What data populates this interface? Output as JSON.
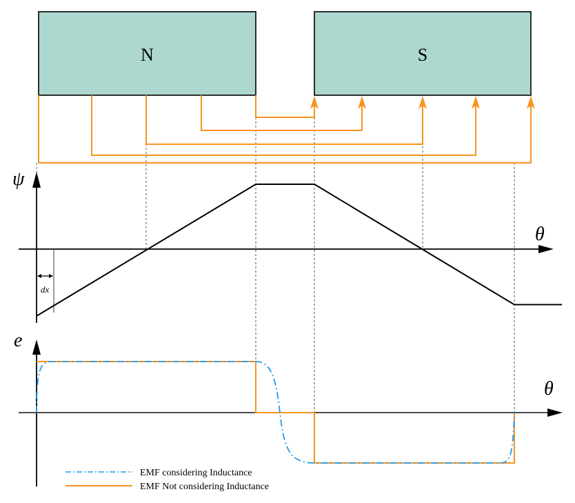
{
  "diagram": {
    "magnets": [
      {
        "label": "N",
        "pole": "north"
      },
      {
        "label": "S",
        "pole": "south"
      }
    ],
    "colors": {
      "magnet_fill": "#acd8cf",
      "coil": "#f7931e",
      "emf_inductance": "#1d9bf0",
      "axis": "#000000",
      "guide": "#555555"
    },
    "flux_plot": {
      "y_label": "ψ",
      "x_label": "θ",
      "dx_label": "dx"
    },
    "emf_plot": {
      "y_label": "e",
      "x_label": "θ"
    },
    "legend": [
      {
        "label": "EMF considering Inductance",
        "style": "dash-dot",
        "color": "#1d9bf0"
      },
      {
        "label": "EMF Not considering Inductance",
        "style": "solid",
        "color": "#f7931e"
      }
    ]
  },
  "chart_data": [
    {
      "type": "line",
      "title": "Flux linkage vs rotor position",
      "xlabel": "θ",
      "ylabel": "ψ",
      "description": "Trapezoidal flux: ramps up linearly, flat plateau, ramps down linearly, flat",
      "x": [
        0,
        4,
        5,
        8.67,
        9.5
      ],
      "values": [
        -1,
        1,
        1,
        -0.83,
        -0.83
      ],
      "zero_crossings": [
        2,
        7
      ]
    },
    {
      "type": "line",
      "xlabel": "θ",
      "ylabel": "e",
      "legend_position": "bottom-left",
      "series": [
        {
          "name": "EMF Not considering Inductance",
          "style": "solid",
          "x": [
            0,
            4,
            4,
            5,
            5,
            8.67,
            8.67
          ],
          "values": [
            1,
            1,
            0,
            0,
            -1,
            -1,
            0
          ]
        },
        {
          "name": "EMF considering Inductance",
          "style": "dash-dot",
          "description": "Smoothed square wave: rises quickly from 0 to +1 near θ=0, holds +1 until θ=4, smoothly transitions to -1 reaching it at θ=5, holds -1 until ~8.5, then returns toward 0 at θ=8.67",
          "x": [
            0,
            0.3,
            4,
            4.5,
            5,
            8.5,
            8.67
          ],
          "values": [
            0,
            1,
            1,
            0,
            -1,
            -1,
            0
          ]
        }
      ]
    }
  ]
}
